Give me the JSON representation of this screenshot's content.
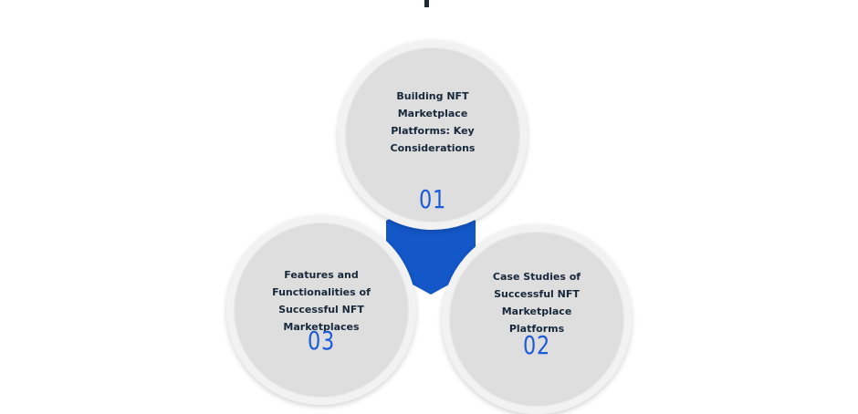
{
  "diagram": {
    "items": [
      {
        "label": "Building NFT Marketplace Platforms: Key Considerations",
        "number": "01"
      },
      {
        "label": "Case Studies of Successful NFT Marketplace Platforms",
        "number": "02"
      },
      {
        "label": "Features and Functionalities of Successful NFT Marketplaces",
        "number": "03"
      }
    ]
  },
  "colors": {
    "accent": "#1d5cd6",
    "text": "#17283a",
    "circle_fill": "#dedede",
    "circle_ring": "#f2f2f2"
  }
}
